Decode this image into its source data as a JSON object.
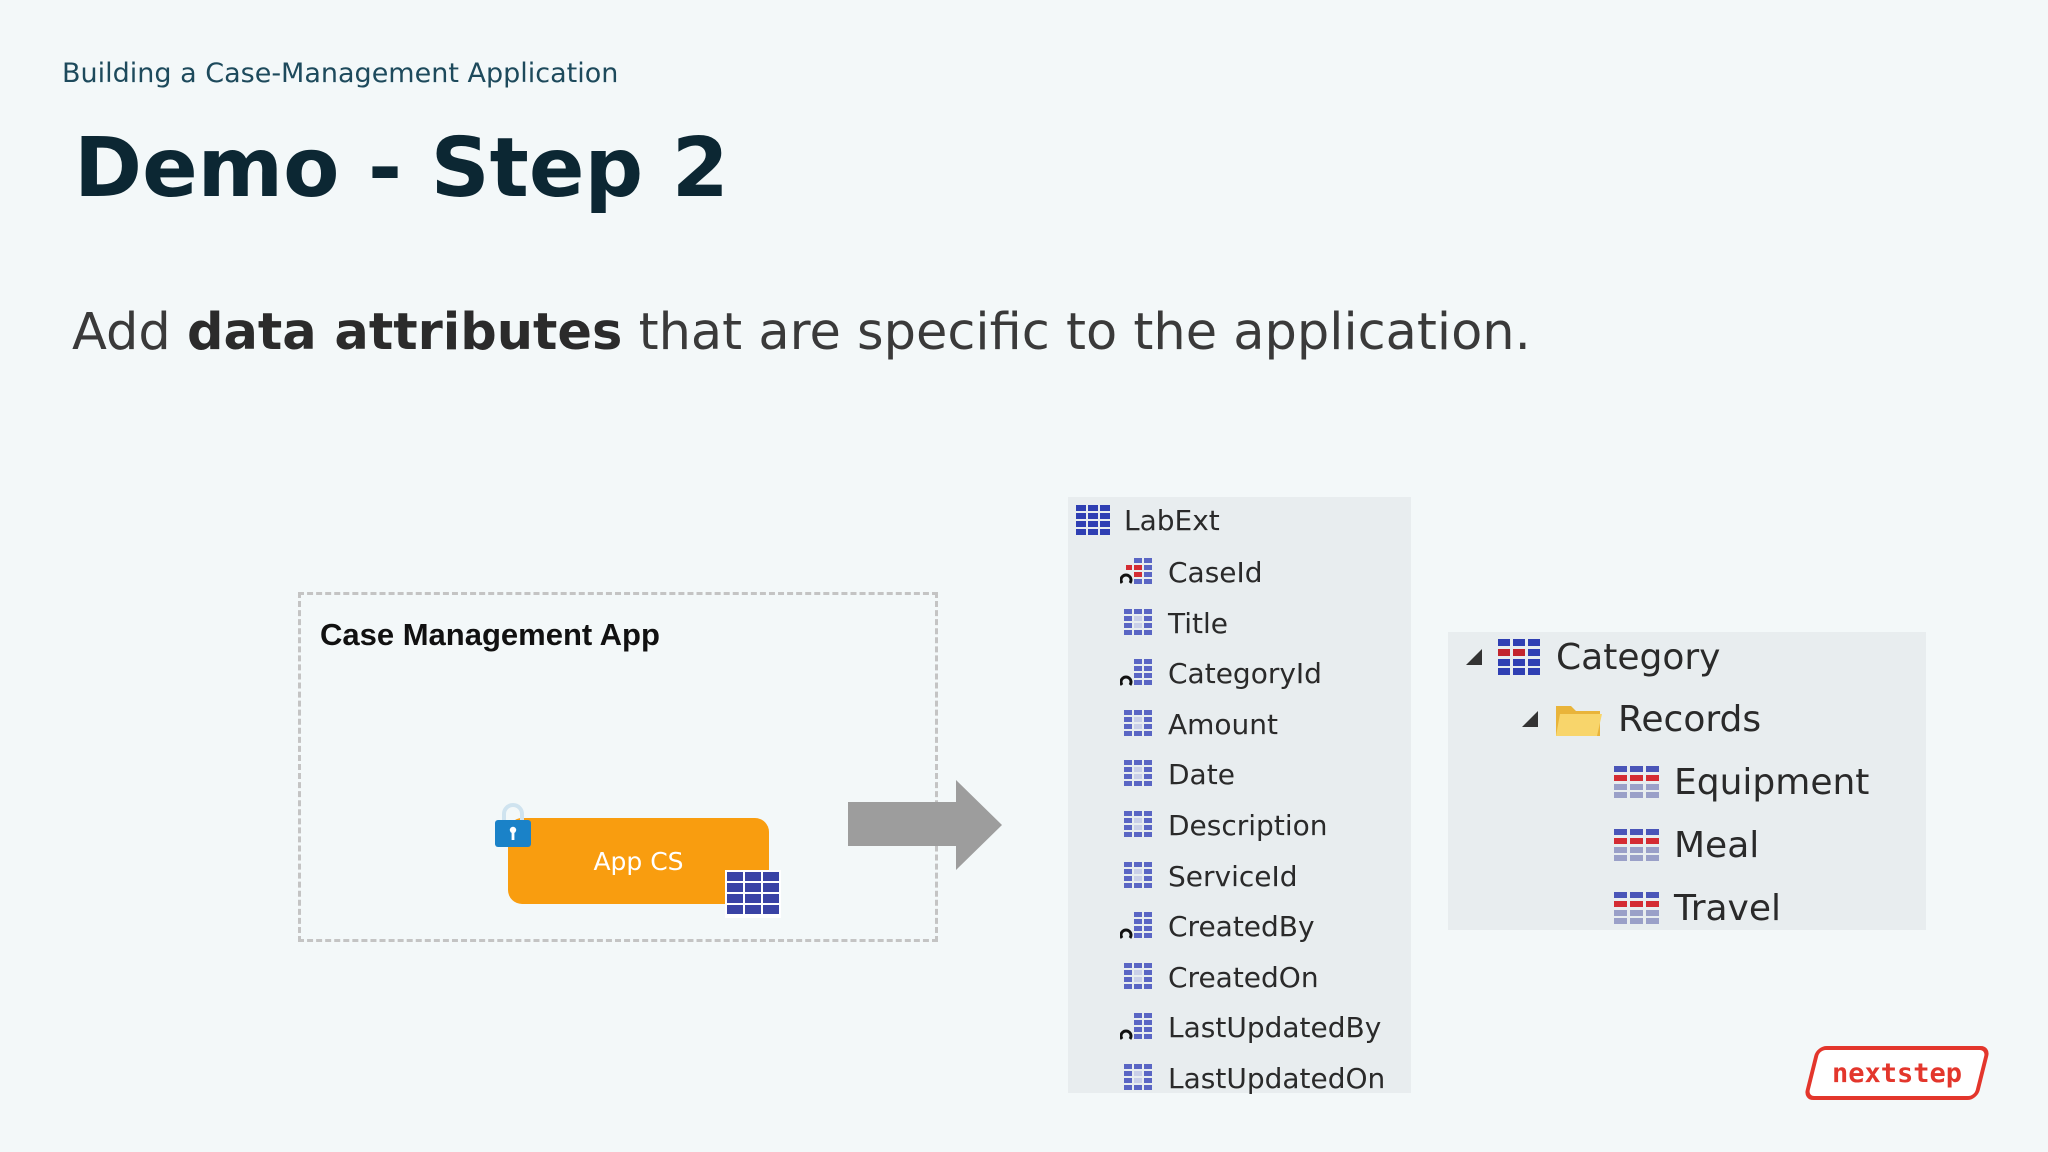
{
  "slide": {
    "breadcrumb": "Building a Case-Management Application",
    "title": "Demo - Step 2",
    "subtitle_pre": "Add ",
    "subtitle_bold": "data attributes",
    "subtitle_post": " that are specific to the application."
  },
  "diagram": {
    "box_title": "Case Management App",
    "app_label": "App CS",
    "accent": "#f99d0f"
  },
  "entity": {
    "name": "LabExt",
    "attributes": [
      {
        "label": "CaseId",
        "icon": "key-attribute-icon"
      },
      {
        "label": "Title",
        "icon": "attribute-icon"
      },
      {
        "label": "CategoryId",
        "icon": "reference-attribute-icon"
      },
      {
        "label": "Amount",
        "icon": "attribute-icon"
      },
      {
        "label": "Date",
        "icon": "attribute-icon"
      },
      {
        "label": "Description",
        "icon": "attribute-icon"
      },
      {
        "label": "ServiceId",
        "icon": "attribute-icon"
      },
      {
        "label": "CreatedBy",
        "icon": "reference-attribute-icon"
      },
      {
        "label": "CreatedOn",
        "icon": "attribute-icon"
      },
      {
        "label": "LastUpdatedBy",
        "icon": "reference-attribute-icon"
      },
      {
        "label": "LastUpdatedOn",
        "icon": "attribute-icon"
      }
    ]
  },
  "category_tree": {
    "root": "Category",
    "folder": "Records",
    "records": [
      "Equipment",
      "Meal",
      "Travel"
    ]
  },
  "logo": {
    "text": "nextstep",
    "color": "#e3362c"
  }
}
